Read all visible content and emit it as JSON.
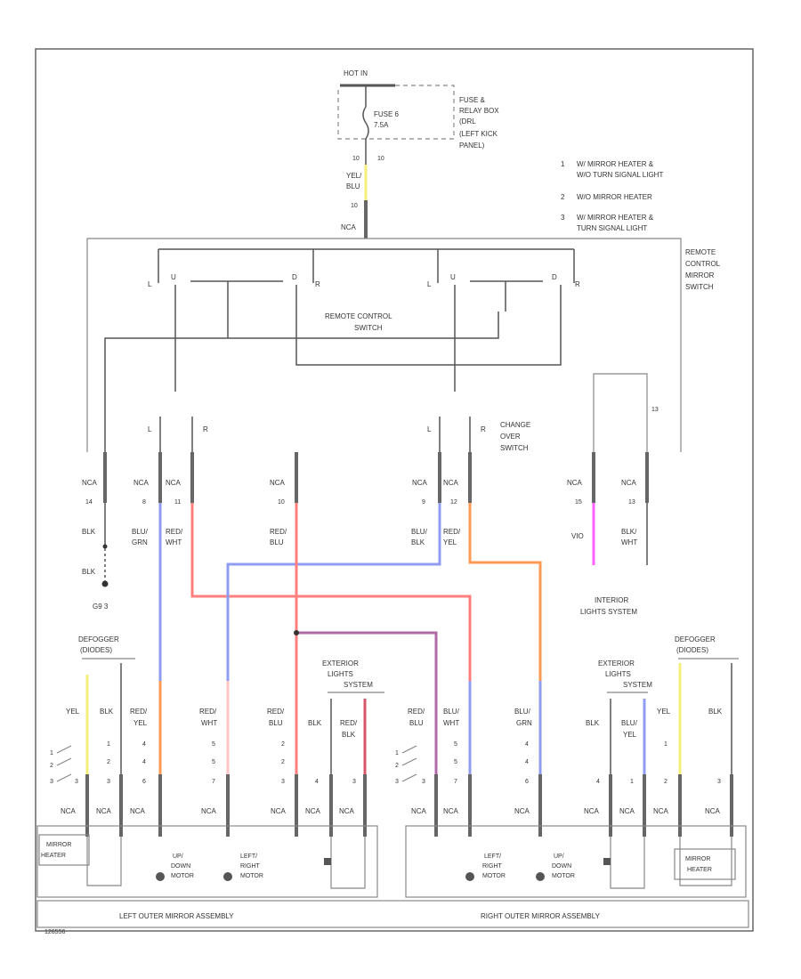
{
  "power": {
    "hot": "HOT IN",
    "fuse_name": "FUSE 6",
    "fuse_amp": "7.5A",
    "relay_box": [
      "FUSE &",
      "RELAY BOX",
      "(DRL",
      "(LEFT KICK",
      "PANEL)"
    ],
    "pin_a": "10",
    "pin_b": "10"
  },
  "feed": {
    "color": [
      "YEL/",
      "BLU"
    ],
    "pin": "10",
    "nca": "NCA"
  },
  "legend": [
    {
      "n": "1",
      "text": [
        "W/ MIRROR HEATER &",
        "W/O TURN SIGNAL LIGHT"
      ]
    },
    {
      "n": "2",
      "text": [
        "W/O MIRROR HEATER"
      ]
    },
    {
      "n": "3",
      "text": [
        "W/ MIRROR HEATER &",
        "TURN SIGNAL LIGHT"
      ]
    }
  ],
  "remote_side": [
    "REMOTE",
    "CONTROL",
    "MIRROR",
    "SWITCH"
  ],
  "remote_box": [
    "REMOTE CONTROL",
    "SWITCH"
  ],
  "changeover": [
    "CHANGE",
    "OVER",
    "SWITCH"
  ],
  "sw_letters": {
    "L": "L",
    "U": "U",
    "D": "D",
    "R": "R"
  },
  "terms": [
    {
      "nca": "NCA",
      "pin": "14",
      "color": [
        "BLK"
      ]
    },
    {
      "nca": "NCA",
      "pin": "8",
      "color": [
        "BLU/",
        "GRN"
      ]
    },
    {
      "nca": "NCA",
      "pin": "11",
      "color": [
        "RED/",
        "WHT"
      ]
    },
    {
      "nca": "NCA",
      "pin": "10",
      "color": [
        "RED/",
        "BLU"
      ]
    },
    {
      "nca": "NCA",
      "pin": "9",
      "color": [
        "BLU/",
        "BLK"
      ]
    },
    {
      "nca": "NCA",
      "pin": "12",
      "color": [
        "RED/",
        "YEL"
      ]
    },
    {
      "nca": "NCA",
      "pin": "15",
      "color": [
        "VIO"
      ]
    },
    {
      "nca": "NCA",
      "pin": "13",
      "color": [
        "BLK/",
        "WHT"
      ]
    }
  ],
  "ground": {
    "color": "BLK",
    "name": "G9 3"
  },
  "interior": [
    "INTERIOR",
    "LIGHTS SYSTEM"
  ],
  "defogger": [
    "DEFOGGER",
    "(DIODES)"
  ],
  "exterior": [
    "EXTERIOR",
    "LIGHTS",
    "SYSTEM"
  ],
  "left_wires": [
    {
      "color": [
        "YEL"
      ],
      "pins": [
        "3"
      ]
    },
    {
      "color": [
        "BLK"
      ],
      "pins": [
        "1",
        "2",
        "3"
      ]
    },
    {
      "color": [
        "RED/",
        "YEL"
      ],
      "pins": [
        "4",
        "4",
        "6"
      ]
    },
    {
      "color": [
        "RED/",
        "WHT"
      ],
      "pins": [
        "5",
        "5",
        "7"
      ]
    },
    {
      "color": [
        "RED/",
        "BLU"
      ],
      "pins": [
        "2",
        "2",
        "3"
      ]
    },
    {
      "color": [
        "BLK"
      ],
      "pins": [
        "4"
      ]
    },
    {
      "color": [
        "RED/",
        "BLK"
      ],
      "pins": [
        "3"
      ]
    }
  ],
  "right_wires": [
    {
      "color": [
        "RED/",
        "BLU"
      ],
      "pins": [
        "3"
      ]
    },
    {
      "color": [
        "BLU/",
        "WHT"
      ],
      "pins": [
        "5",
        "5",
        "7"
      ]
    },
    {
      "color": [
        "BLU/",
        "GRN"
      ],
      "pins": [
        "4",
        "4",
        "6"
      ]
    },
    {
      "color": [
        "BLK"
      ],
      "pins": [
        "4"
      ]
    },
    {
      "color": [
        "BLU/",
        "YEL"
      ],
      "pins": [
        "1"
      ]
    },
    {
      "color": [
        "YEL"
      ],
      "pins": [
        "1",
        "2"
      ]
    },
    {
      "color": [
        "BLK"
      ],
      "pins": [
        "3"
      ]
    }
  ],
  "variant_nums": [
    "1",
    "2",
    "3"
  ],
  "nca": "NCA",
  "mirror_heater": [
    "MIRROR",
    "HEATER"
  ],
  "motors": {
    "updown": [
      "UP/",
      "DOWN",
      "MOTOR"
    ],
    "leftright": [
      "LEFT/",
      "RIGHT",
      "MOTOR"
    ]
  },
  "assemblies": {
    "left": "LEFT OUTER MIRROR ASSEMBLY",
    "right": "RIGHT OUTER MIRROR ASSEMBLY"
  },
  "footer": "126556",
  "colors": {
    "yellow": "#f3ef7a",
    "blue": "#8f9cf2",
    "red": "#ff7f7f",
    "orange": "#ff9a55",
    "pink": "#ffc4c4",
    "purple": "#b06aa8",
    "violet": "#ff60ff",
    "darkred": "#d8566a"
  }
}
